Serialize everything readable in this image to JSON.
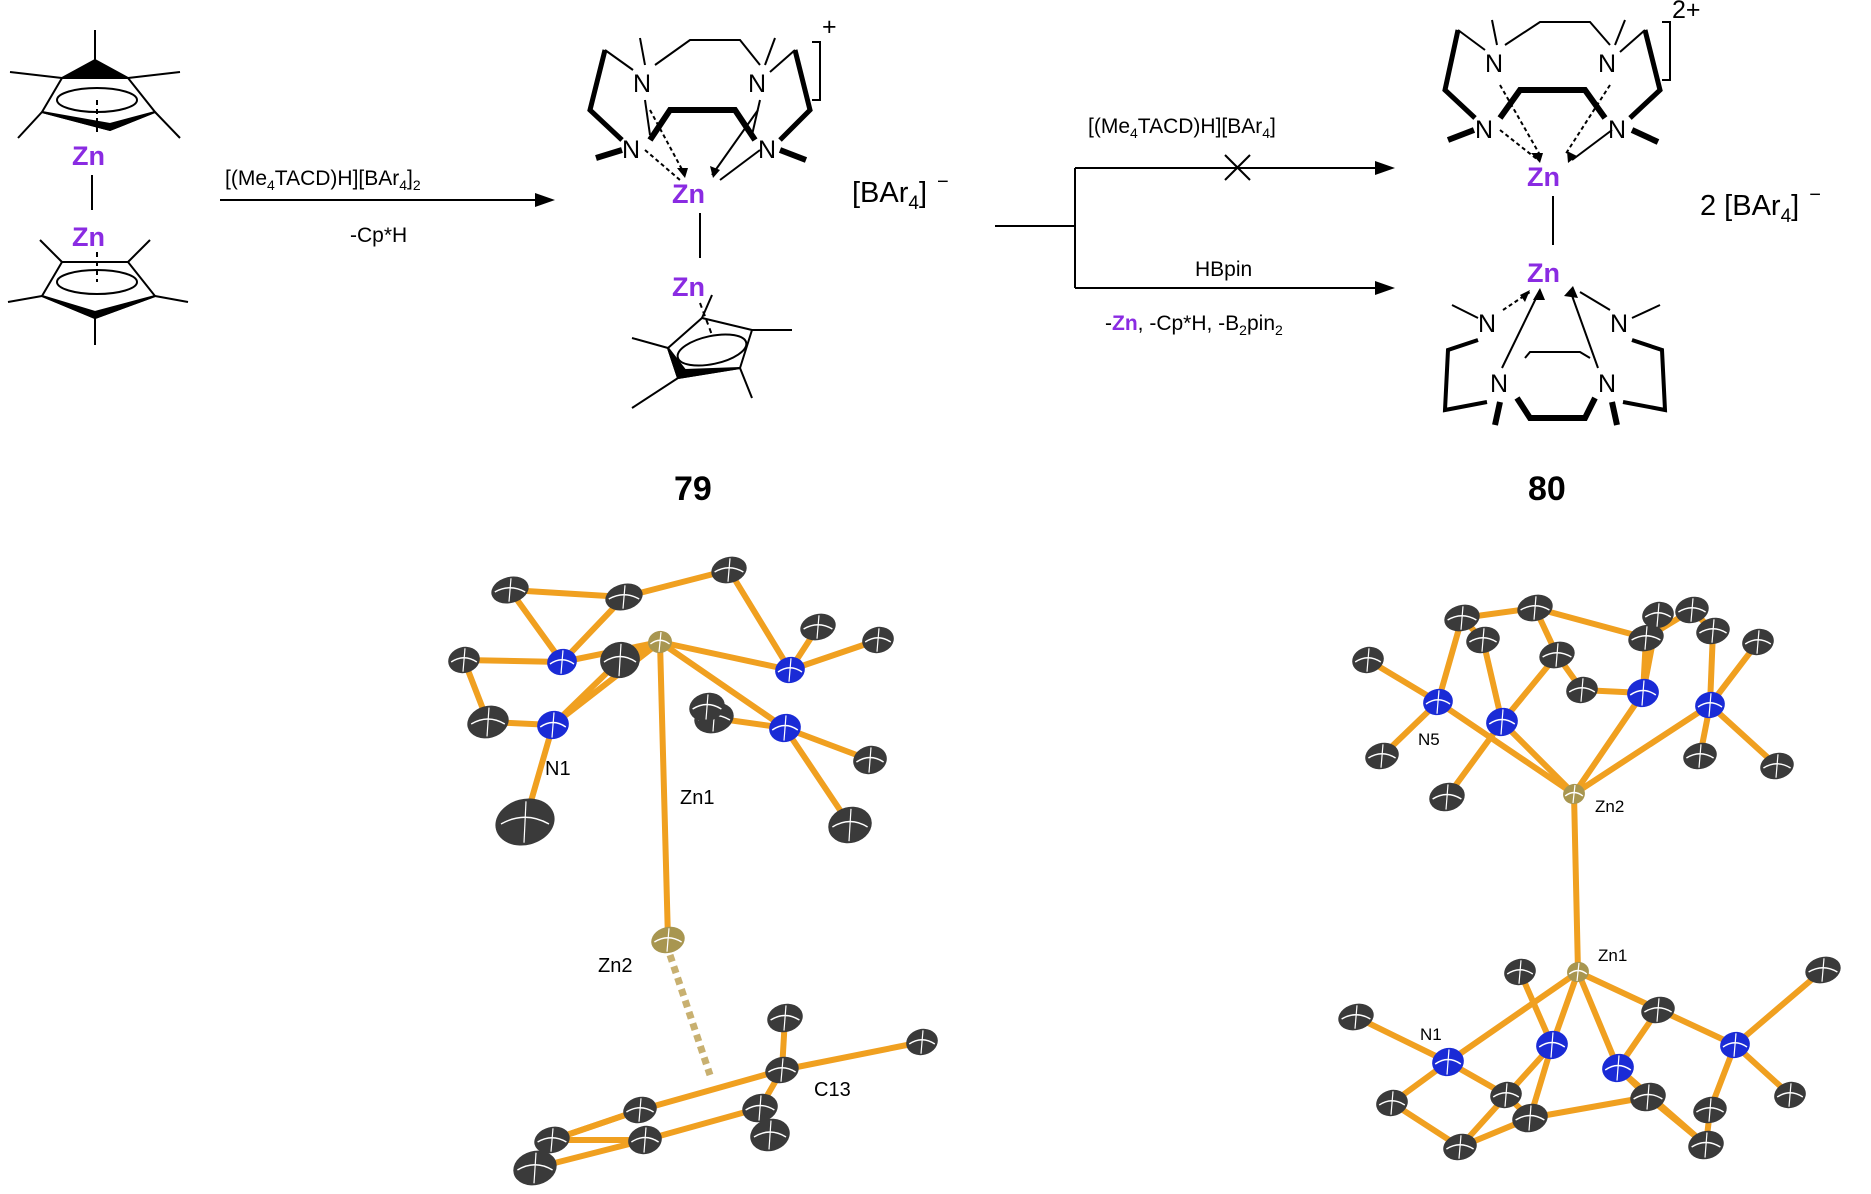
{
  "colors": {
    "zinc": "#8a2be2",
    "bond": "#f0a020",
    "nitrogen": "#1a2bd6",
    "carbon": "#3a3a3a",
    "zinc_atom": "#a89650"
  },
  "scheme": {
    "start": {
      "zn_top": "Zn",
      "zn_bottom": "Zn"
    },
    "arrow1": {
      "reagent_pre": "[(Me",
      "reagent_sub1": "4",
      "reagent_mid": "TACD)H][BAr",
      "reagent_sub2": "4",
      "reagent_post": "]",
      "reagent_sub3": "2",
      "byproduct": "-Cp*H"
    },
    "compound79": {
      "zn_top": "Zn",
      "zn_bottom": "Zn",
      "charge": "+",
      "n": "N",
      "anion_pre": "[BAr",
      "anion_sub": "4",
      "anion_post": "]",
      "anion_charge": "−",
      "number": "79"
    },
    "branch_top": {
      "reagent_pre": "[(Me",
      "reagent_sub1": "4",
      "reagent_mid": "TACD)H][BAr",
      "reagent_sub2": "4",
      "reagent_post": "]"
    },
    "branch_bottom": {
      "reagent": "HBpin",
      "byp_minus": "-",
      "byp_zn": "Zn",
      "byp_rest": ", -Cp*H, -B",
      "byp_sub1": "2",
      "byp_pin": "pin",
      "byp_sub2": "2"
    },
    "compound80": {
      "zn_top": "Zn",
      "zn_bottom": "Zn",
      "charge": "2+",
      "n": "N",
      "anion_pre": "2 [BAr",
      "anion_sub": "4",
      "anion_post": "]",
      "anion_charge": "−",
      "number": "80"
    }
  },
  "structures": {
    "left": {
      "labels": [
        "N1",
        "Zn1",
        "Zn2",
        "C13"
      ]
    },
    "right": {
      "labels": [
        "N5",
        "Zn2",
        "Zn1",
        "N1"
      ]
    }
  }
}
